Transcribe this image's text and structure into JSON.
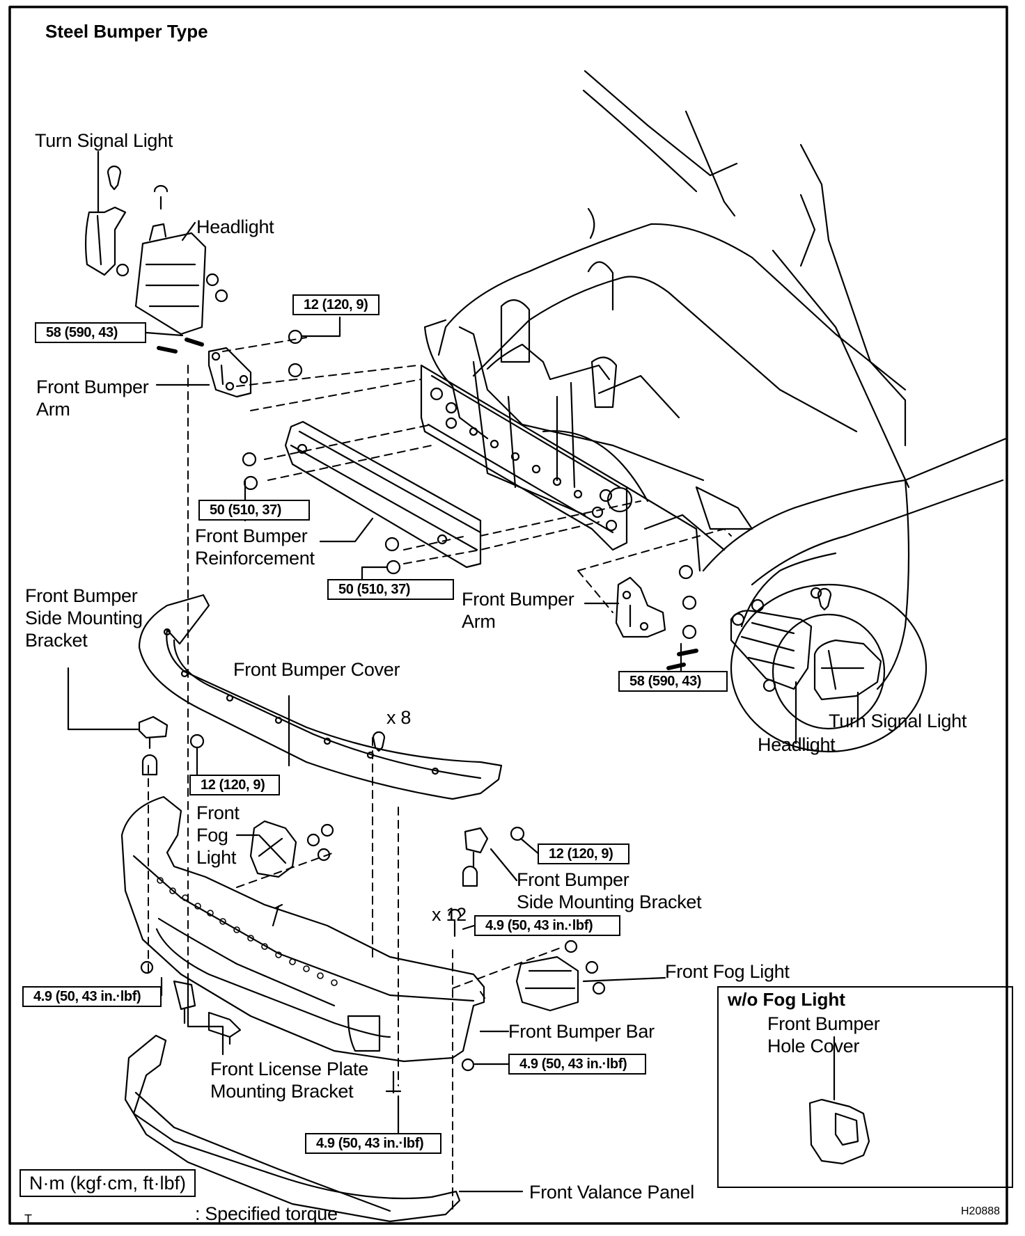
{
  "diagram": {
    "title": "Steel Bumper Type",
    "figure_code": "H20888",
    "corner_mark": "T",
    "legend": {
      "unit_box": "N·m (kgf·cm, ft·lbf)",
      "caption": ": Specified torque"
    },
    "labels": {
      "turn_signal_light_left": "Turn Signal Light",
      "headlight_left": "Headlight",
      "front_bumper_arm_left": [
        "Front Bumper",
        "Arm"
      ],
      "front_bumper_reinforcement": [
        "Front Bumper",
        "Reinforcement"
      ],
      "front_bumper_arm_right": [
        "Front Bumper",
        "Arm"
      ],
      "turn_signal_light_right": "Turn Signal Light",
      "headlight_right": "Headlight",
      "side_mounting_bracket_left": [
        "Front Bumper",
        "Side Mounting",
        "Bracket"
      ],
      "front_bumper_cover": "Front Bumper Cover",
      "clip_count": "x 8",
      "front_fog_light_left": [
        "Front",
        "Fog",
        "Light"
      ],
      "side_mounting_bracket_right": [
        "Front Bumper",
        "Side Mounting Bracket"
      ],
      "bolt_count": "x 12",
      "front_fog_light_right": "Front Fog Light",
      "front_bumper_bar": "Front Bumper Bar",
      "license_plate_bracket": [
        "Front License Plate",
        "Mounting Bracket"
      ],
      "front_valance_panel": "Front Valance Panel"
    },
    "torque_specs": {
      "arm_nut_upper": "12 (120, 9)",
      "arm_bolt_left": "58 (590, 43)",
      "reinforcement_nut_upper": "50 (510, 37)",
      "reinforcement_nut_lower": "50 (510, 37)",
      "arm_bolt_right": "58 (590, 43)",
      "side_bracket_nut_left": "12 (120, 9)",
      "side_bracket_nut_right": "12 (120, 9)",
      "bumper_bar_bolt": "4.9 (50, 43 in.·lbf)",
      "left_lower_nut": "4.9 (50, 43 in.·lbf)",
      "right_lower_nut": "4.9 (50, 43 in.·lbf)",
      "valance_bolt": "4.9 (50, 43 in.·lbf)"
    },
    "inset": {
      "title": "w/o Fog Light",
      "label": [
        "Front Bumper",
        "Hole Cover"
      ]
    }
  }
}
